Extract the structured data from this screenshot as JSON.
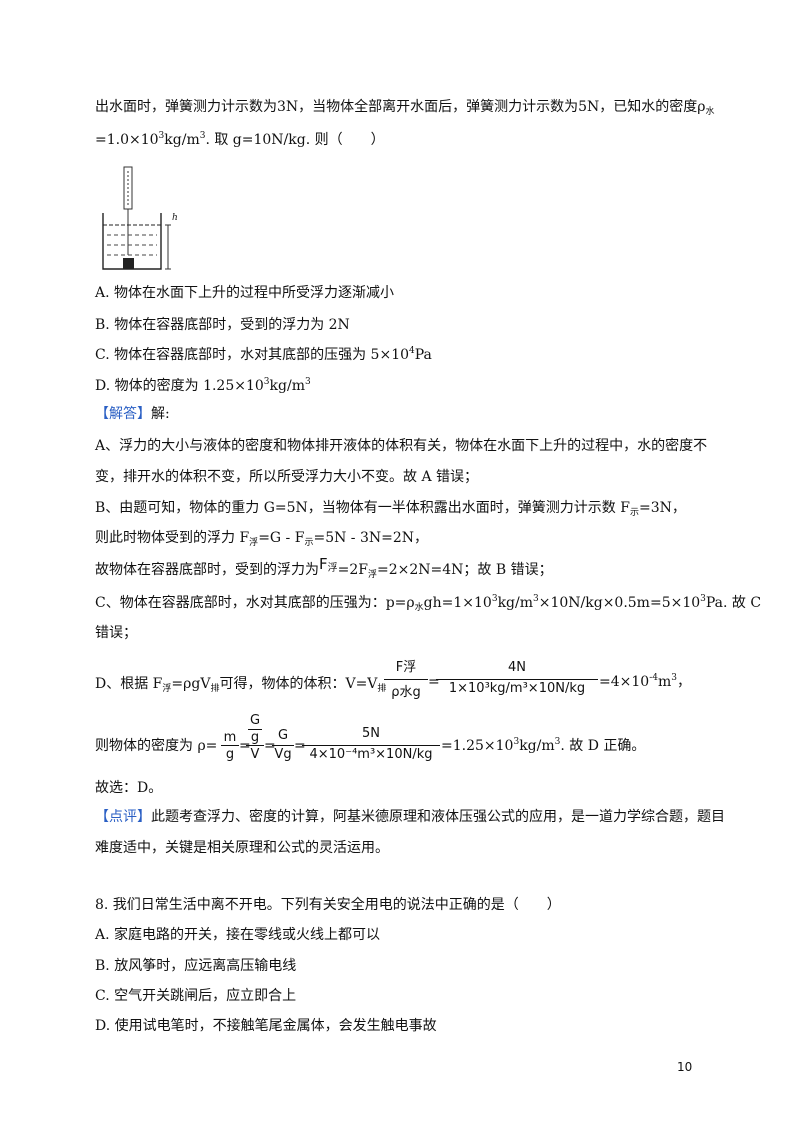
{
  "q7": {
    "stem_l1": "出水面时，弹簧测力计示数为3N，当物体全部离开水面后，弹簧测力计示数为5N，已知水的密度ρ",
    "stem_rho_sub": "水",
    "stem_l2a": "=1.0×10",
    "stem_l2_exp": "3",
    "stem_l2b": "kg/m",
    "stem_l2_exp2": "3",
    "stem_l2c": ". 取 g=10N/kg. 则（　　）",
    "figure_label": "h",
    "opt_a": "A. 物体在水面下上升的过程中所受浮力逐渐减小",
    "opt_b": "B. 物体在容器底部时，受到的浮力为 2N",
    "opt_c_pre": "C. 物体在容器底部时，水对其底部的压强为 5×10",
    "opt_c_exp": "4",
    "opt_c_post": "Pa",
    "opt_d_pre": "D. 物体的密度为 1.25×10",
    "opt_d_exp": "3",
    "opt_d_post": "kg/m",
    "opt_d_exp2": "3",
    "answer_tag": "【解答】",
    "answer_tag_tail": "解:",
    "a_l1": "A、浮力的大小与液体的密度和物体排开液体的体积有关，物体在水面下上升的过程中，水的密度不",
    "a_l2": "变，排开水的体积不变，所以所受浮力大小不变。故 A 错误；",
    "b_l1_pre": "B、由题可知，物体的重力 G=5N，当物体有一半体积露出水面时，弹簧测力计示数 F",
    "b_l1_sub": "示",
    "b_l1_post": "=3N，",
    "b_l2_pre": "则此时物体受到的浮力 F",
    "b_l2_sub": "浮",
    "b_l2_mid": "=G - F",
    "b_l2_sub2": "示",
    "b_l2_post": "=5N - 3N=2N，",
    "b_l3_pre": "故物体在容器底部时，受到的浮力为",
    "b_l3_F": "F",
    "b_l3_Fsub": "浮",
    "b_l3_mid": "=2F",
    "b_l3_sub": "浮",
    "b_l3_post": "=2×2N=4N；故 B 错误；",
    "c_l1_pre": "C、物体在容器底部时，水对其底部的压强为：p=ρ",
    "c_l1_sub": "水",
    "c_l1_mid": "gh=1×10",
    "c_l1_e1": "3",
    "c_l1_m2": "kg/m",
    "c_l1_e2": "3",
    "c_l1_m3": "×10N/kg×0.5m=5×10",
    "c_l1_e3": "3",
    "c_l1_post": "Pa. 故 C",
    "c_l2": "错误；",
    "d_l1_pre": "D、根据 F",
    "d_l1_sub": "浮",
    "d_l1_mid": "=ρgV",
    "d_l1_sub2": "排",
    "d_l1_mid2": "可得，物体的体积：V=V",
    "d_l1_sub3": "排",
    "d_f1_num": "F浮",
    "d_f1_den": "ρ水g",
    "d_f2_num": "4N",
    "d_f2_den": "1×10³kg/m³×10N/kg",
    "d_l1_post": "=4×10",
    "d_l1_exp": "-4",
    "d_l1_post2": "m",
    "d_l1_exp2": "3",
    "d_l1_post3": "，",
    "rho_pre": "则物体的密度为 ρ=",
    "rho_f1_num": "m",
    "rho_f1_den": "g",
    "rho_f2_num_top": "G",
    "rho_f2_num_bot": "g",
    "rho_f2_den": "V",
    "rho_f3_num": "G",
    "rho_f3_den": "Vg",
    "rho_f4_num": "5N",
    "rho_f4_den": "4×10⁻⁴m³×10N/kg",
    "rho_post": "=1.25×10",
    "rho_exp": "3",
    "rho_post2": "kg/m",
    "rho_exp2": "3",
    "rho_post3": ". 故 D 正确。",
    "choice": "故选：D。",
    "review_tag": "【点评】",
    "review_l1": "此题考查浮力、密度的计算，阿基米德原理和液体压强公式的应用，是一道力学综合题，题目",
    "review_l2": "难度适中，关键是相关原理和公式的灵活运用。"
  },
  "q8": {
    "stem": "8. 我们日常生活中离不开电。下列有关安全用电的说法中正确的是（　　）",
    "opt_a": "A. 家庭电路的开关，接在零线或火线上都可以",
    "opt_b": "B. 放风筝时，应远离高压输电线",
    "opt_c": "C. 空气开关跳闸后，应立即合上",
    "opt_d": "D. 使用试电笔时，不接触笔尾金属体，会发生触电事故"
  },
  "page_number": "10"
}
